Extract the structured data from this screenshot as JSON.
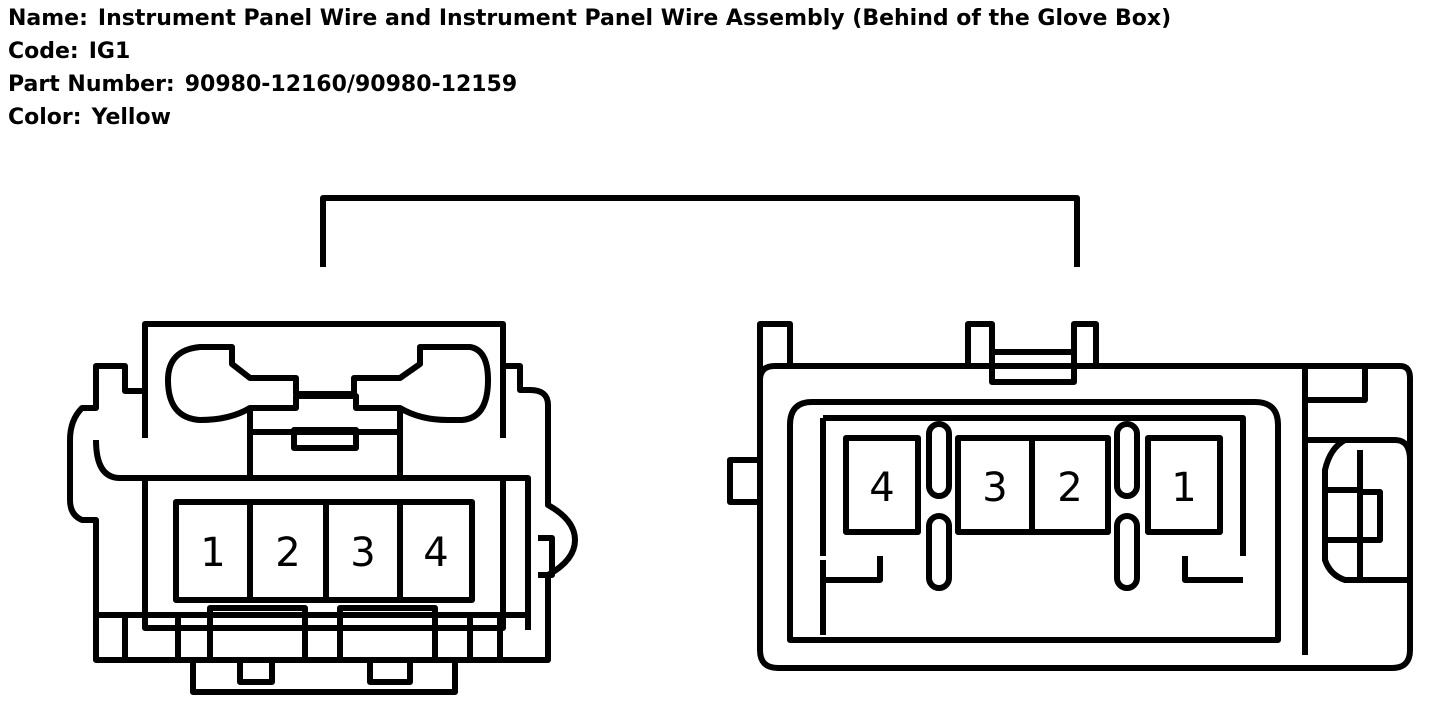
{
  "header": {
    "name_label": "Name:",
    "name_value": "Instrument Panel Wire and Instrument Panel Wire Assembly (Behind of the Glove Box)",
    "code_label": "Code:",
    "code_value": "IG1",
    "part_label": "Part Number:",
    "part_value": "90980-12160/90980-12159",
    "color_label": "Color:",
    "color_value": "Yellow"
  },
  "connector_left": {
    "pins": [
      "1",
      "2",
      "3",
      "4"
    ]
  },
  "connector_right": {
    "pins": [
      "4",
      "3",
      "2",
      "1"
    ]
  }
}
